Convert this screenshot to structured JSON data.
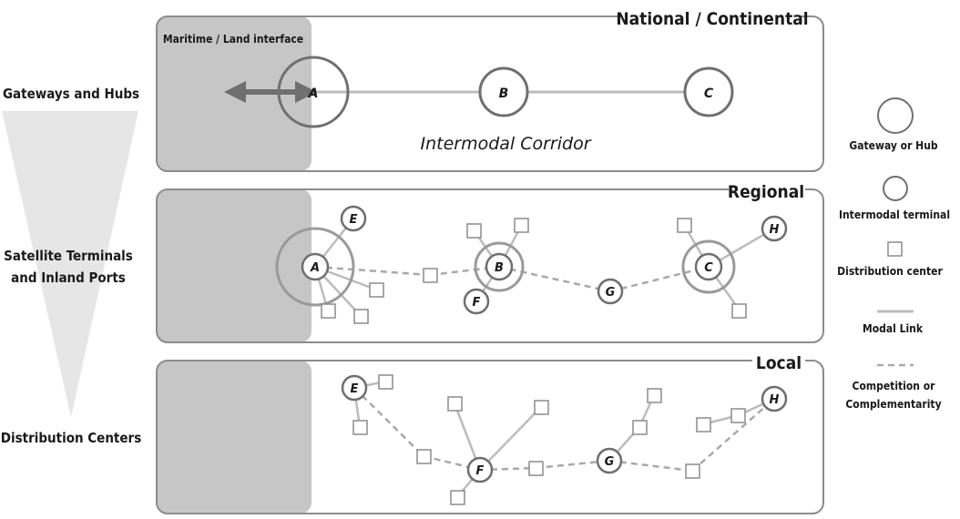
{
  "tiers": {
    "national": "National / Continental",
    "regional": "Regional",
    "local": "Local"
  },
  "maritime_label": "Maritime / Land interface",
  "corridor_label": "Intermodal Corridor",
  "left_labels": {
    "gateways": "Gateways and Hubs",
    "satellite_1": "Satellite Terminals",
    "satellite_2": "and Inland Ports",
    "distribution": "Distribution Centers"
  },
  "legend": {
    "gateway": "Gateway or Hub",
    "terminal": "Intermodal terminal",
    "distribution": "Distribution center",
    "modal": "Modal Link",
    "competition_1": "Competition or",
    "competition_2": "Complementarity"
  },
  "nodes": {
    "nA": "A",
    "nB": "B",
    "nC": "C",
    "rA": "A",
    "rB": "B",
    "rC": "C",
    "rE": "E",
    "rF": "F",
    "rG": "G",
    "rH": "H",
    "lE": "E",
    "lF": "F",
    "lG": "G",
    "lH": "H"
  },
  "colors": {
    "panel_border": "#8c8c8c",
    "maritime_fill": "#c6c6c6",
    "modal_link": "#bcbcbc",
    "dashed_link": "#a9a9a9",
    "funnel": "#e6e6e6"
  }
}
